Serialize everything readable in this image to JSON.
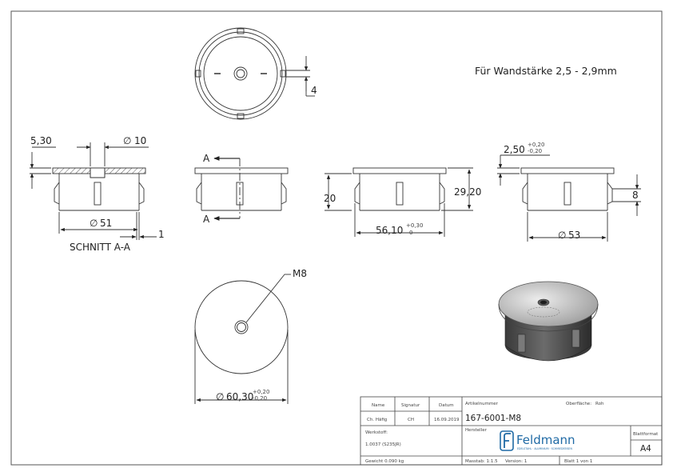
{
  "note": "Für Wandstärke 2,5 - 2,9mm",
  "dimensions": {
    "top_gap": "4",
    "section_h1": "5,30",
    "section_dia_hole": "10",
    "section_dia": "51",
    "section_thk": "1",
    "section_label": "SCHNITT A-A",
    "cut_a_top": "A",
    "cut_a_bottom": "A",
    "side_h_left": "20",
    "side_h_right": "29,20",
    "side_dia": "56,10",
    "side_dia_tol_up": "+0,30",
    "side_dia_tol_lo": "0",
    "right_thk": "2,50",
    "right_thk_tol_up": "+0,20",
    "right_thk_tol_lo": "-0,20",
    "right_h": "8",
    "right_dia": "53",
    "thread": "M8",
    "top_dia": "60,30",
    "top_dia_tol_up": "+0,20",
    "top_dia_tol_lo": "-0,20",
    "dia_symbol": "∅"
  },
  "title_block": {
    "h_name": "Name",
    "h_signatur": "Signatur",
    "h_datum": "Datum",
    "name": "Ch. Häfig",
    "signatur": "CH",
    "datum": "16.09.2019",
    "werkstoff_label": "Werkstoff:",
    "werkstoff": "1.0037 (S235JR)",
    "gewicht": "Gewicht 0.090 kg",
    "artikelnummer_label": "Artikelnummer",
    "artikelnummer": "167-6001-M8",
    "oberflaeche_label": "Oberfläche:",
    "oberflaeche": "Roh",
    "hersteller_label": "Hersteller",
    "brand": "Feldmann",
    "brand_sub": "EDELSTAHL · ALUMINIUM · SCHMIEDEEISEN",
    "massstab": "Masstab: 1:1.5",
    "version": "Version: 1",
    "blatt": "Blatt 1 von 1",
    "blattformat_label": "Blattformat",
    "blattformat": "A4"
  }
}
